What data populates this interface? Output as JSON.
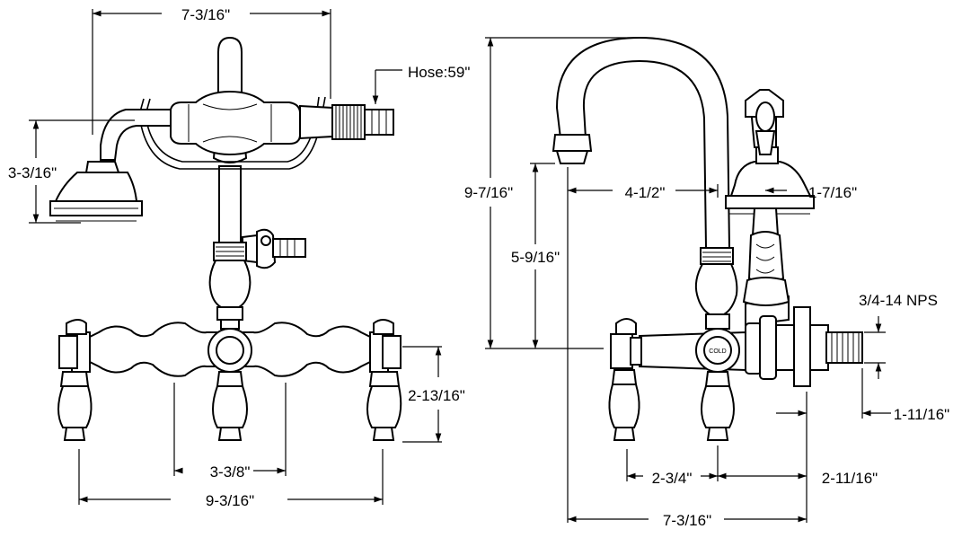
{
  "dimensions": {
    "top_width_front": "7-3/16\"",
    "hose": "Hose:59\"",
    "handshower_height": "3-3/16\"",
    "spout_height": "9-7/16\"",
    "spout_reach": "4-1/2\"",
    "spout_clearance": "5-9/16\"",
    "cradle_offset": "1-7/16\"",
    "inlet_thread": "3/4-14 NPS",
    "handle_drop": "2-13/16\"",
    "shank_length": "1-11/16\"",
    "inlet_centers": "3-3/8\"",
    "overall_width": "9-3/16\"",
    "body_offset": "2-3/4\"",
    "wall_offset": "2-11/16\"",
    "overall_depth": "7-3/16\""
  },
  "cold_label": "COLD"
}
